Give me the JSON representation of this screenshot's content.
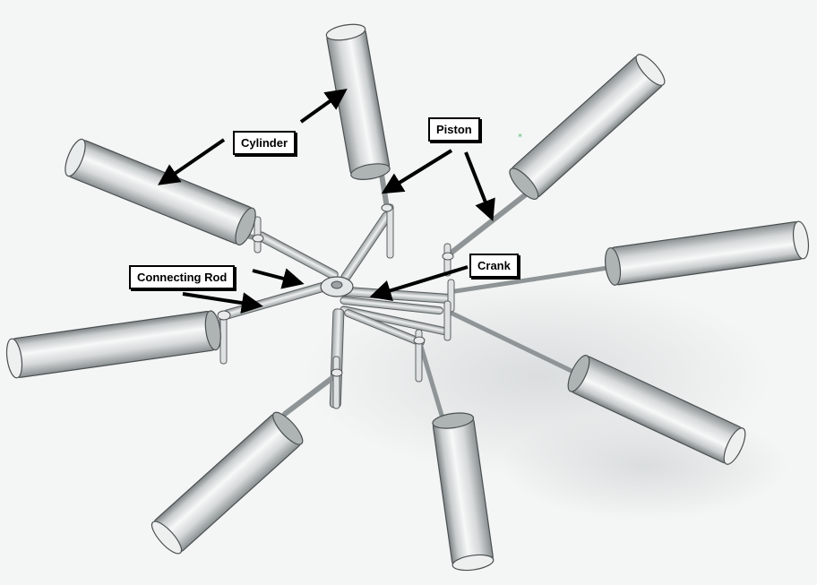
{
  "labels": {
    "cylinder": "Cylinder",
    "piston": "Piston",
    "crank": "Crank",
    "connecting_rod": "Connecting Rod"
  },
  "colors": {
    "background": "#f4f5f5",
    "metal_light": "#f2f3f3",
    "metal_mid": "#c9cdce",
    "metal_dark": "#7d8384",
    "outline": "#4a4f50",
    "arrow": "#000000",
    "label_bg": "#ffffff"
  }
}
